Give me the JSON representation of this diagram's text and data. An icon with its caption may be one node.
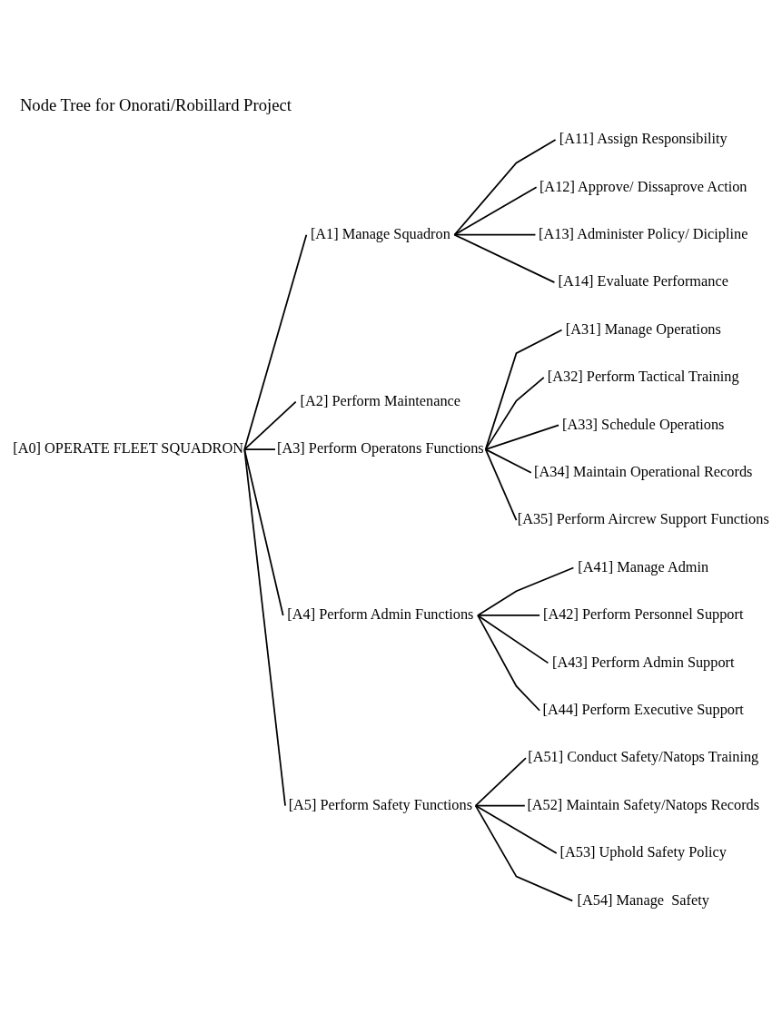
{
  "diagram": {
    "title": "Node Tree for Onorati/Robillard Project",
    "nodes": [
      {
        "text": [
          "[A0] OPERATE FLEET SQUADRON"
        ]
      },
      {
        "text": [
          "[A1] Manage Squadron"
        ]
      },
      {
        "text": [
          "[A11] Assign Responsibility"
        ]
      },
      {
        "text": [
          "[A12] Approve/ Dissaprove Action"
        ]
      },
      {
        "text": [
          "[A13] Administer Policy/ Dicipline"
        ]
      },
      {
        "text": [
          "[A14] Evaluate Performance"
        ]
      },
      {
        "text": [
          "[A2] Perform Maintenance"
        ]
      },
      {
        "text": [
          "[A3] Perform Operatons Functions"
        ]
      },
      {
        "text": [
          "[A31] Manage Operations"
        ]
      },
      {
        "text": [
          "[A32] Perform Tactical Training"
        ]
      },
      {
        "text": [
          "[A33] Schedule Operations"
        ]
      },
      {
        "text": [
          "[A34] Maintain Operational Records"
        ]
      },
      {
        "text": [
          "[A35] Perform Aircrew Support Functions"
        ]
      },
      {
        "text": [
          "[A4] Perform Admin Functions"
        ]
      },
      {
        "text": [
          "[A41] Manage Admin"
        ]
      },
      {
        "text": [
          "[A42] Perform Personnel Support"
        ]
      },
      {
        "text": [
          "[A43] Perform Admin Support"
        ]
      },
      {
        "text": [
          "[A44] Perform Executive Support"
        ]
      },
      {
        "text": [
          "[A5] Perform Safety Functions"
        ]
      },
      {
        "text": [
          "[A51] Conduct Safety/Natops Training"
        ]
      },
      {
        "text": [
          "[A52] Maintain Safety/Natops Records"
        ]
      },
      {
        "text": [
          "[A53] Uphold Safety Policy"
        ]
      },
      {
        "text": [
          "[A54] Manage  Safety"
        ]
      }
    ],
    "edges": [
      {
        "from": 0,
        "to": 1,
        "arrow": "none"
      },
      {
        "from": 1,
        "to": 2,
        "arrow": "none"
      },
      {
        "from": 1,
        "to": 3,
        "arrow": "none"
      },
      {
        "from": 1,
        "to": 4,
        "arrow": "none"
      },
      {
        "from": 1,
        "to": 5,
        "arrow": "none"
      },
      {
        "from": 0,
        "to": 6,
        "arrow": "none"
      },
      {
        "from": 0,
        "to": 7,
        "arrow": "none"
      },
      {
        "from": 7,
        "to": 8,
        "arrow": "none"
      },
      {
        "from": 7,
        "to": 9,
        "arrow": "none"
      },
      {
        "from": 7,
        "to": 10,
        "arrow": "none"
      },
      {
        "from": 7,
        "to": 11,
        "arrow": "none"
      },
      {
        "from": 7,
        "to": 12,
        "arrow": "none"
      },
      {
        "from": 0,
        "to": 13,
        "arrow": "none"
      },
      {
        "from": 13,
        "to": 14,
        "arrow": "none"
      },
      {
        "from": 13,
        "to": 15,
        "arrow": "none"
      },
      {
        "from": 13,
        "to": 16,
        "arrow": "none"
      },
      {
        "from": 13,
        "to": 17,
        "arrow": "none"
      },
      {
        "from": 0,
        "to": 18,
        "arrow": "none"
      },
      {
        "from": 18,
        "to": 19,
        "arrow": "none"
      },
      {
        "from": 18,
        "to": 20,
        "arrow": "none"
      },
      {
        "from": 18,
        "to": 21,
        "arrow": "none"
      },
      {
        "from": 18,
        "to": 22,
        "arrow": "none"
      }
    ]
  }
}
